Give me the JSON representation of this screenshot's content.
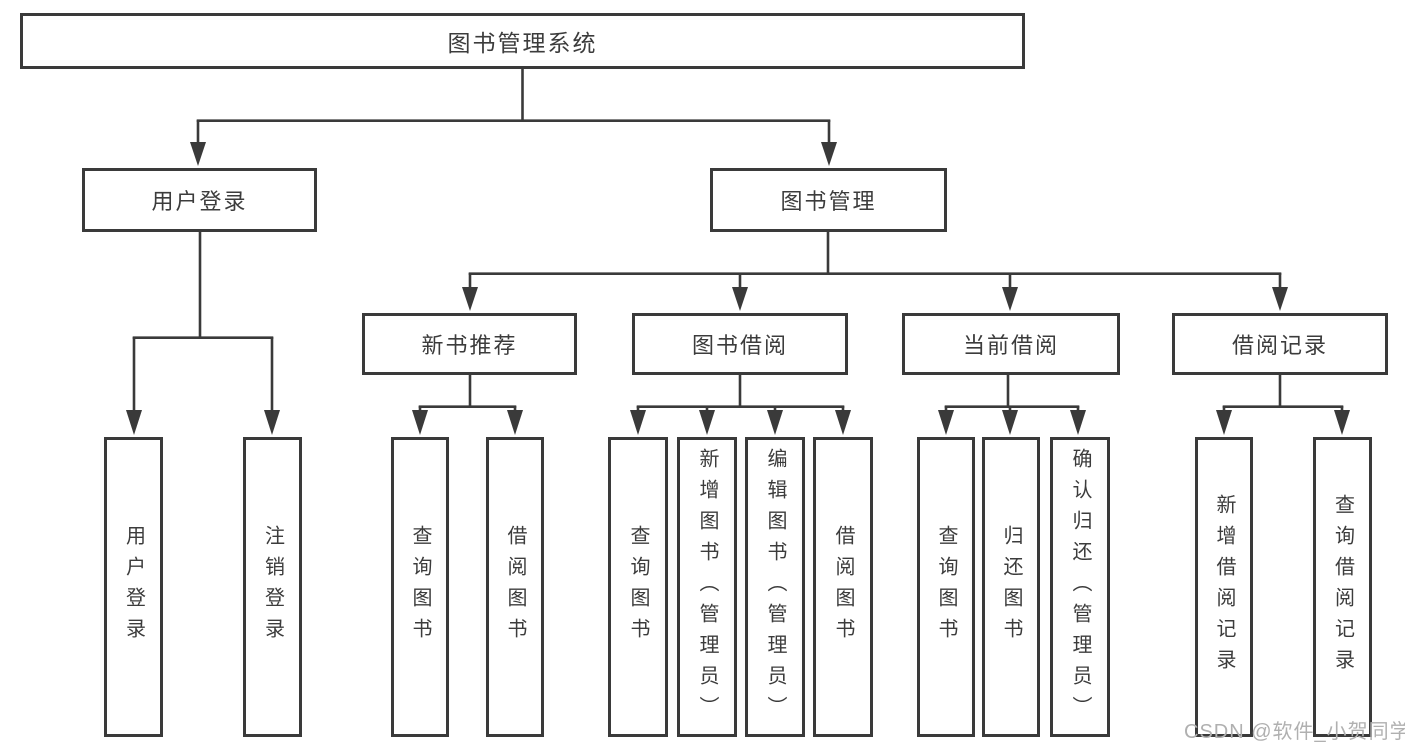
{
  "tree": {
    "root": {
      "label": "图书管理系统"
    },
    "branches": [
      {
        "label": "用户登录",
        "leaves": [
          {
            "label": "用户登录"
          },
          {
            "label": "注销登录"
          }
        ]
      },
      {
        "label": "图书管理",
        "groups": [
          {
            "label": "新书推荐",
            "leaves": [
              {
                "label": "查询图书"
              },
              {
                "label": "借阅图书"
              }
            ]
          },
          {
            "label": "图书借阅",
            "leaves": [
              {
                "label": "查询图书"
              },
              {
                "label": "新增图书（管理员）"
              },
              {
                "label": "编辑图书（管理员）"
              },
              {
                "label": "借阅图书"
              }
            ]
          },
          {
            "label": "当前借阅",
            "leaves": [
              {
                "label": "查询图书"
              },
              {
                "label": "归还图书"
              },
              {
                "label": "确认归还（管理员）"
              }
            ]
          },
          {
            "label": "借阅记录",
            "leaves": [
              {
                "label": "新增借阅记录"
              },
              {
                "label": "查询借阅记录"
              }
            ]
          }
        ]
      }
    ]
  },
  "watermark": {
    "text": "CSDN @软件_小贺同学"
  },
  "colors": {
    "line": "#3a3a3a",
    "box_border": "#3a3a3a",
    "text": "#3c3c3c",
    "watermark": "#b0b0b0",
    "background": "#ffffff"
  }
}
